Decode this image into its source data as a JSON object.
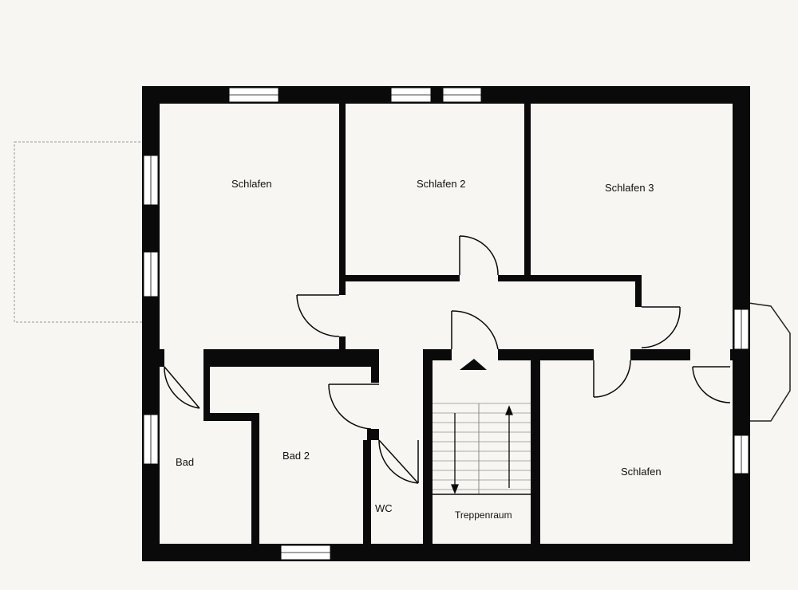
{
  "rooms": {
    "schlafen_1": "Schlafen",
    "schlafen_2": "Schlafen 2",
    "schlafen_3": "Schlafen 3",
    "schlafen_4": "Schlafen",
    "bad_1": "Bad",
    "bad_2": "Bad 2",
    "wc": "WC",
    "treppenraum": "Treppenraum"
  },
  "colors": {
    "wall": "#0a0a0a",
    "background": "#f7f6f2",
    "window": "#ffffff",
    "balcony_outline": "#9a9a9a"
  }
}
